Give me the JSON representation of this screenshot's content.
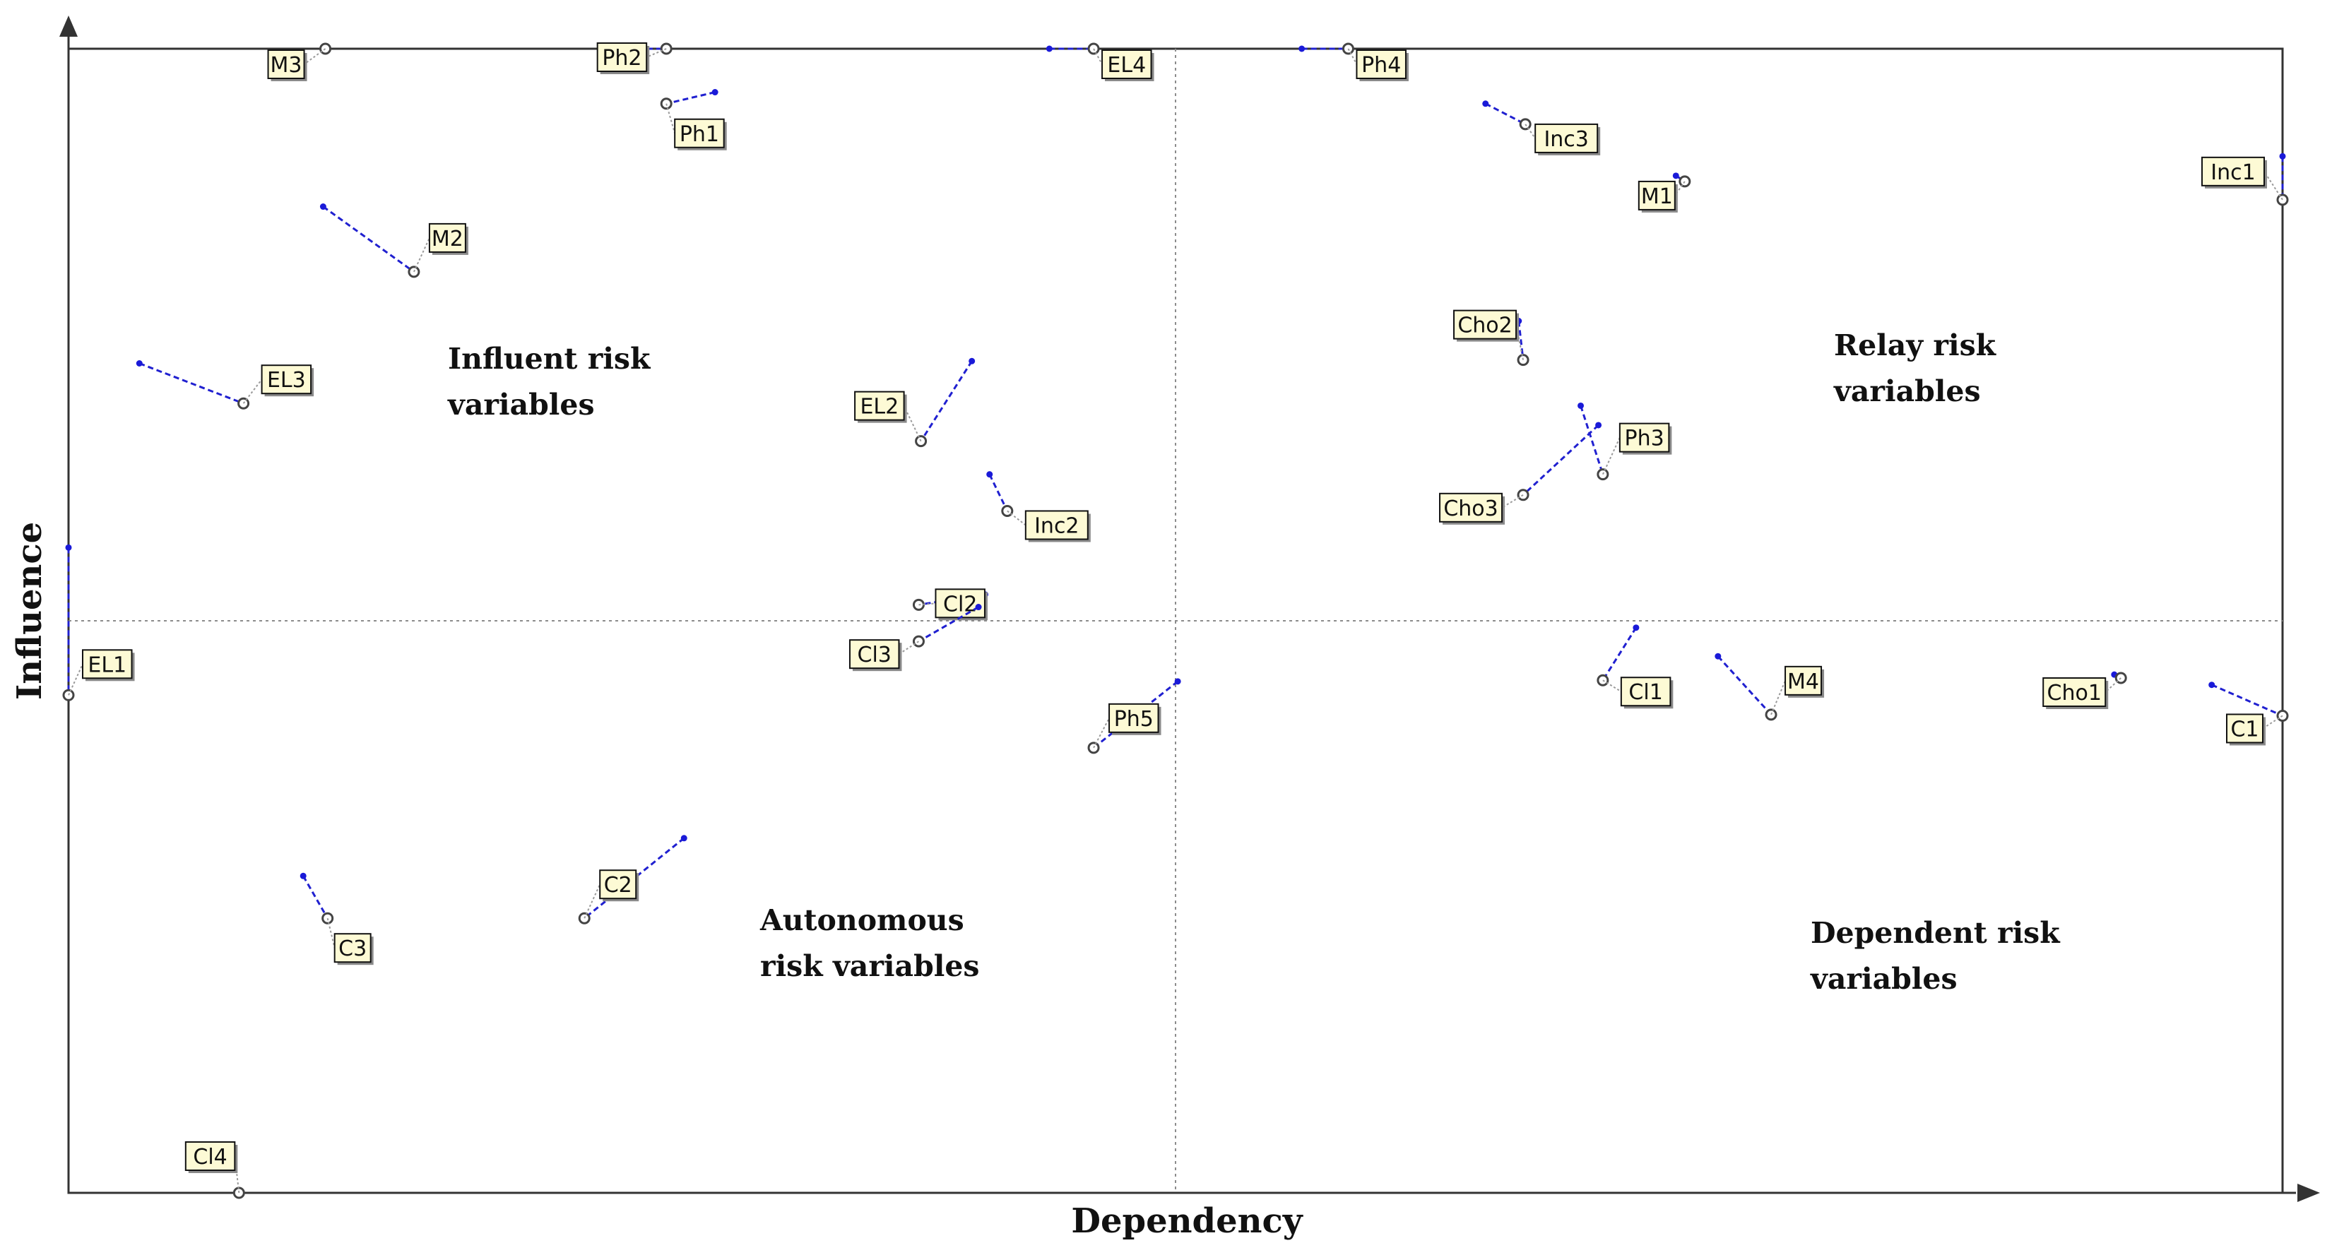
{
  "colors": {
    "movement_line": "#2020d0",
    "origin_dot": "#1a1ad8",
    "label_fill": "#fdfad5",
    "frame": "#333333",
    "quadrant_divider": "#8c8c8c"
  },
  "chart_data": {
    "type": "scatter",
    "title": "",
    "xlabel": "Dependency",
    "ylabel": "Influence",
    "xlim": [
      0,
      1
    ],
    "ylim": [
      0,
      1
    ],
    "divider_x": 0.5,
    "divider_y": 0.5,
    "grid": false,
    "legend": "none",
    "quadrants": [
      {
        "id": "influent",
        "lines": [
          "Influent risk",
          "variables"
        ]
      },
      {
        "id": "relay",
        "lines": [
          "Relay risk",
          "variables"
        ]
      },
      {
        "id": "autonomous",
        "lines": [
          "Autonomous",
          "risk variables"
        ]
      },
      {
        "id": "dependent",
        "lines": [
          "Dependent risk",
          "variables"
        ]
      }
    ],
    "series": [
      {
        "label": "M3",
        "from": [
          0.116,
          1.0
        ],
        "to": [
          0.116,
          1.0
        ]
      },
      {
        "label": "Ph2",
        "from": [
          0.253,
          1.0
        ],
        "to": [
          0.27,
          1.0
        ]
      },
      {
        "label": "EL4",
        "from": [
          0.443,
          1.0
        ],
        "to": [
          0.463,
          1.0
        ]
      },
      {
        "label": "Ph4",
        "from": [
          0.557,
          1.0
        ],
        "to": [
          0.578,
          1.0
        ]
      },
      {
        "label": "Ph1",
        "from": [
          0.292,
          0.962
        ],
        "to": [
          0.27,
          0.952
        ]
      },
      {
        "label": "Inc3",
        "from": [
          0.64,
          0.952
        ],
        "to": [
          0.658,
          0.934
        ]
      },
      {
        "label": "Inc1",
        "from": [
          1.0,
          0.906
        ],
        "to": [
          1.0,
          0.868
        ]
      },
      {
        "label": "M1",
        "from": [
          0.726,
          0.889
        ],
        "to": [
          0.73,
          0.884
        ]
      },
      {
        "label": "M2",
        "from": [
          0.115,
          0.862
        ],
        "to": [
          0.156,
          0.805
        ]
      },
      {
        "label": "Cho2",
        "from": [
          0.655,
          0.762
        ],
        "to": [
          0.657,
          0.728
        ]
      },
      {
        "label": "EL3",
        "from": [
          0.032,
          0.725
        ],
        "to": [
          0.079,
          0.69
        ]
      },
      {
        "label": "EL2",
        "from": [
          0.408,
          0.727
        ],
        "to": [
          0.385,
          0.657
        ]
      },
      {
        "label": "Ph3",
        "from": [
          0.683,
          0.688
        ],
        "to": [
          0.693,
          0.628
        ]
      },
      {
        "label": "Cho3",
        "from": [
          0.691,
          0.671
        ],
        "to": [
          0.657,
          0.61
        ]
      },
      {
        "label": "Inc2",
        "from": [
          0.416,
          0.628
        ],
        "to": [
          0.424,
          0.596
        ]
      },
      {
        "label": "Cl2",
        "from": [
          0.414,
          0.523
        ],
        "to": [
          0.384,
          0.514
        ]
      },
      {
        "label": "Cl3",
        "from": [
          0.411,
          0.512
        ],
        "to": [
          0.384,
          0.482
        ]
      },
      {
        "label": "EL1",
        "from": [
          0.0,
          0.564
        ],
        "to": [
          0.0,
          0.435
        ]
      },
      {
        "label": "Cl1",
        "from": [
          0.708,
          0.494
        ],
        "to": [
          0.693,
          0.448
        ]
      },
      {
        "label": "M4",
        "from": [
          0.745,
          0.469
        ],
        "to": [
          0.769,
          0.418
        ]
      },
      {
        "label": "Cho1",
        "from": [
          0.924,
          0.453
        ],
        "to": [
          0.927,
          0.45
        ]
      },
      {
        "label": "C1",
        "from": [
          0.968,
          0.444
        ],
        "to": [
          1.0,
          0.417
        ]
      },
      {
        "label": "Ph5",
        "from": [
          0.501,
          0.447
        ],
        "to": [
          0.463,
          0.389
        ]
      },
      {
        "label": "C2",
        "from": [
          0.278,
          0.31
        ],
        "to": [
          0.233,
          0.24
        ]
      },
      {
        "label": "C3",
        "from": [
          0.106,
          0.277
        ],
        "to": [
          0.117,
          0.24
        ]
      },
      {
        "label": "Cl4",
        "from": [
          0.077,
          0.0
        ],
        "to": [
          0.077,
          0.0
        ]
      }
    ]
  }
}
